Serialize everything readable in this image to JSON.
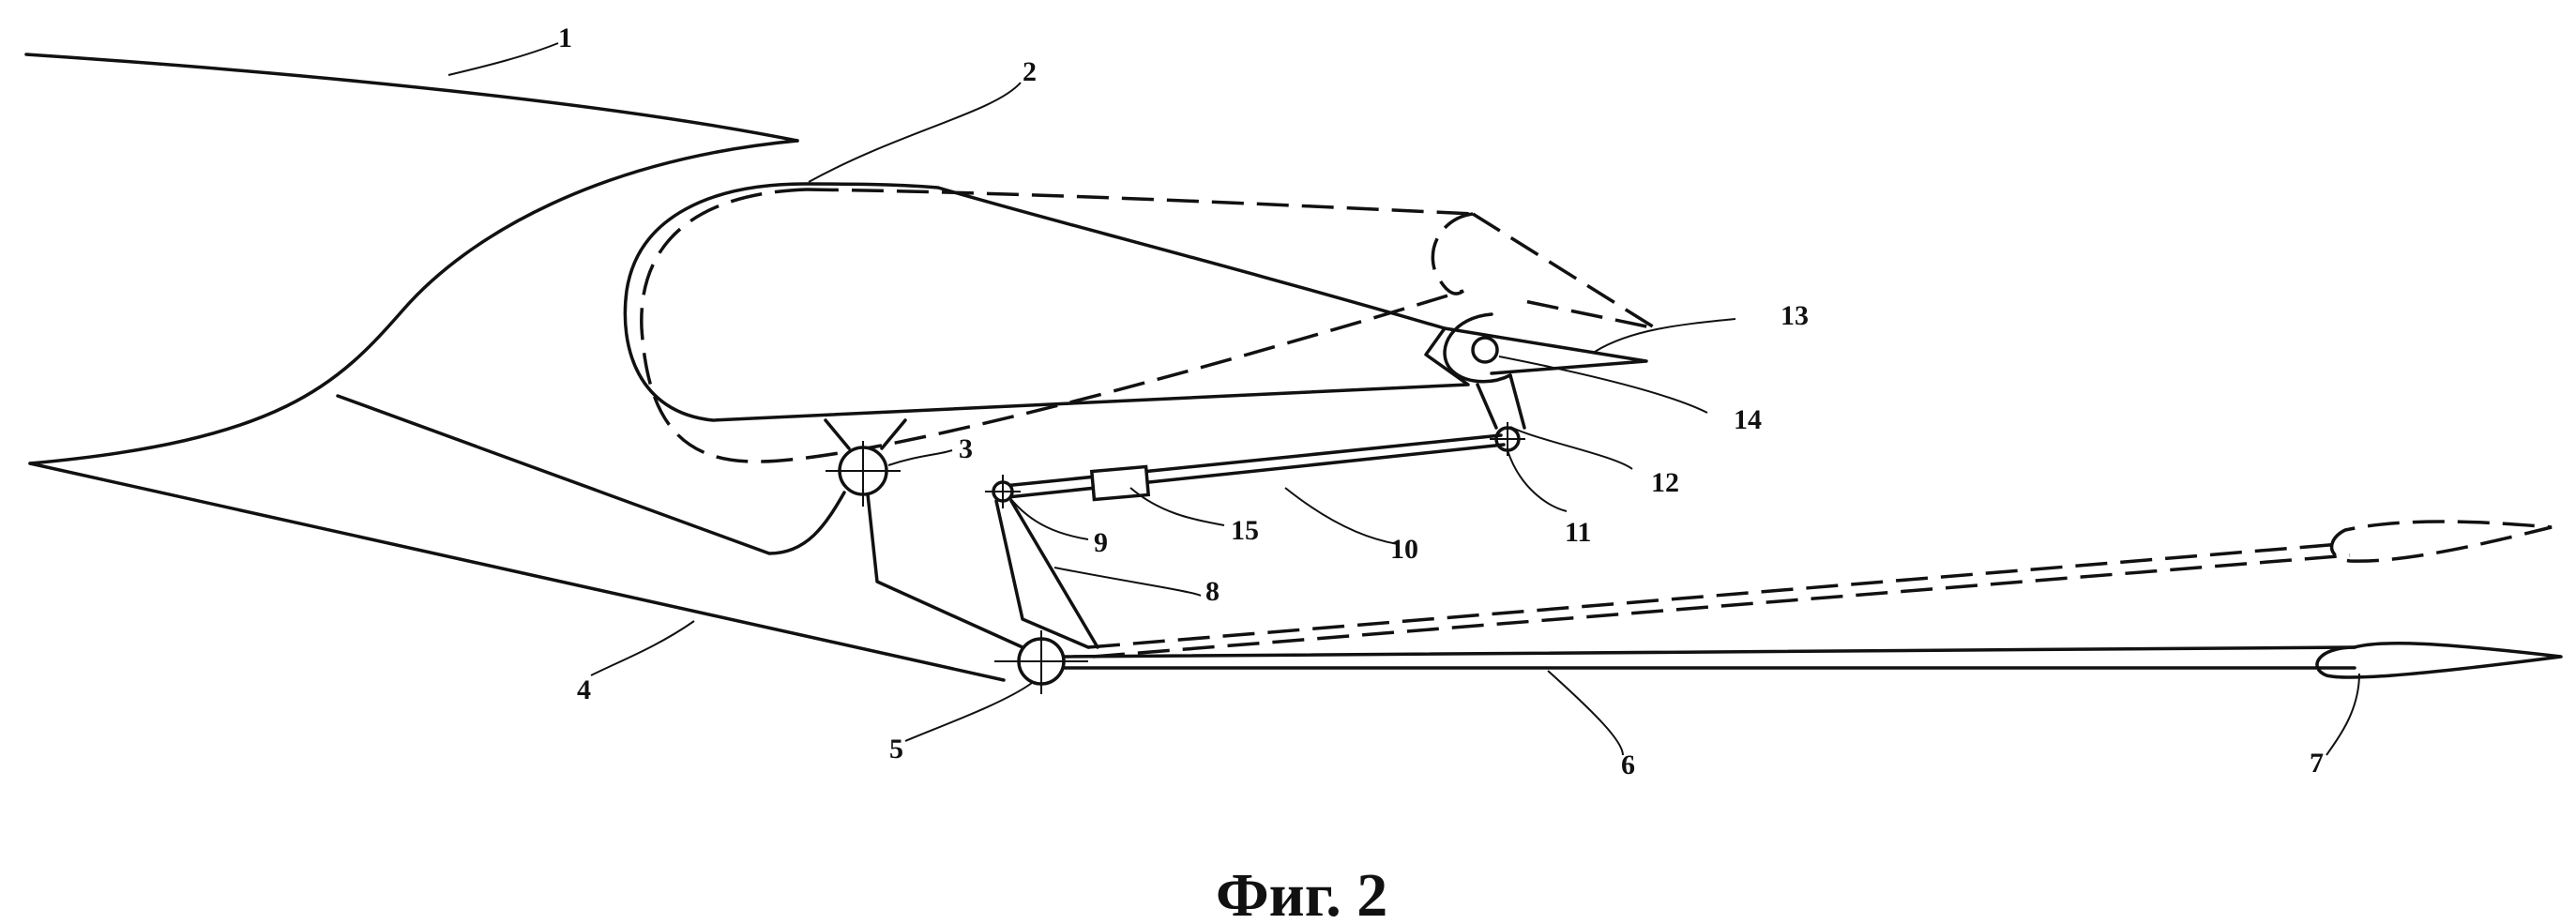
{
  "labels": {
    "n1": "1",
    "n2": "2",
    "n3": "3",
    "n4": "4",
    "n5": "5",
    "n6": "6",
    "n7": "7",
    "n8": "8",
    "n9": "9",
    "n10": "10",
    "n11": "11",
    "n12": "12",
    "n13": "13",
    "n14": "14",
    "n15": "15"
  },
  "caption": "Фиг. 2"
}
